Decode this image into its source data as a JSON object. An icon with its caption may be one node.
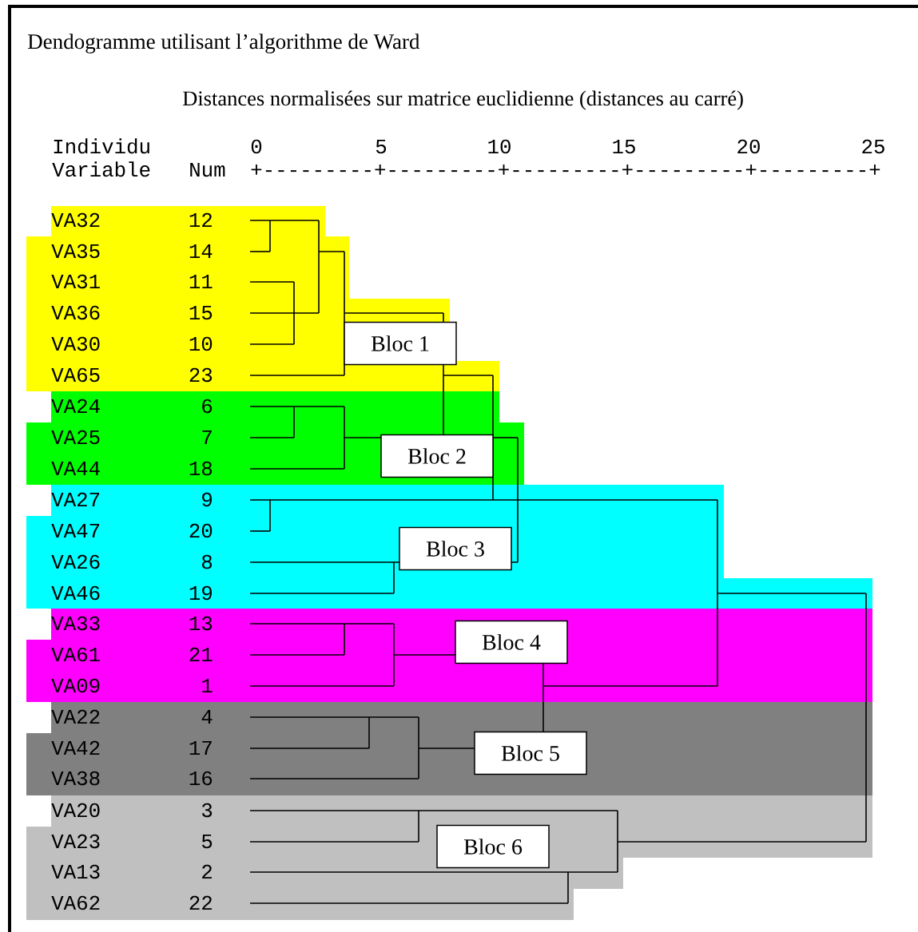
{
  "diagram": {
    "title": "Dendogramme utilisant l’algorithme de Ward",
    "nodes": [
      {
        "text": [
          "Bloc 1"
        ]
      },
      {
        "text": [
          "Bloc 2"
        ]
      },
      {
        "text": [
          "Bloc 3"
        ]
      },
      {
        "text": [
          "Bloc 4"
        ]
      },
      {
        "text": [
          "Bloc 5"
        ]
      },
      {
        "text": [
          "Bloc 6"
        ]
      }
    ],
    "labels": [
      "Distances normalisées sur matrice euclidienne (distances au carré)",
      "Individu",
      "Variable",
      "Num",
      "0",
      "5",
      "10",
      "15",
      "20",
      "25",
      "+---------+---------+---------+---------+---------+",
      "VA32",
      "12",
      "VA35",
      "14",
      "VA31",
      "11",
      "VA36",
      "15",
      "VA30",
      "10",
      "VA65",
      "23",
      "VA24",
      "6",
      "VA25",
      "7",
      "VA44",
      "18",
      "VA27",
      "9",
      "VA47",
      "20",
      "VA26",
      "8",
      "VA46",
      "19",
      "VA33",
      "13",
      "VA61",
      "21",
      "VA09",
      "1",
      "VA22",
      "4",
      "VA42",
      "17",
      "VA38",
      "16",
      "VA20",
      "3",
      "VA23",
      "5",
      "VA13",
      "2",
      "VA62",
      "22"
    ]
  }
}
